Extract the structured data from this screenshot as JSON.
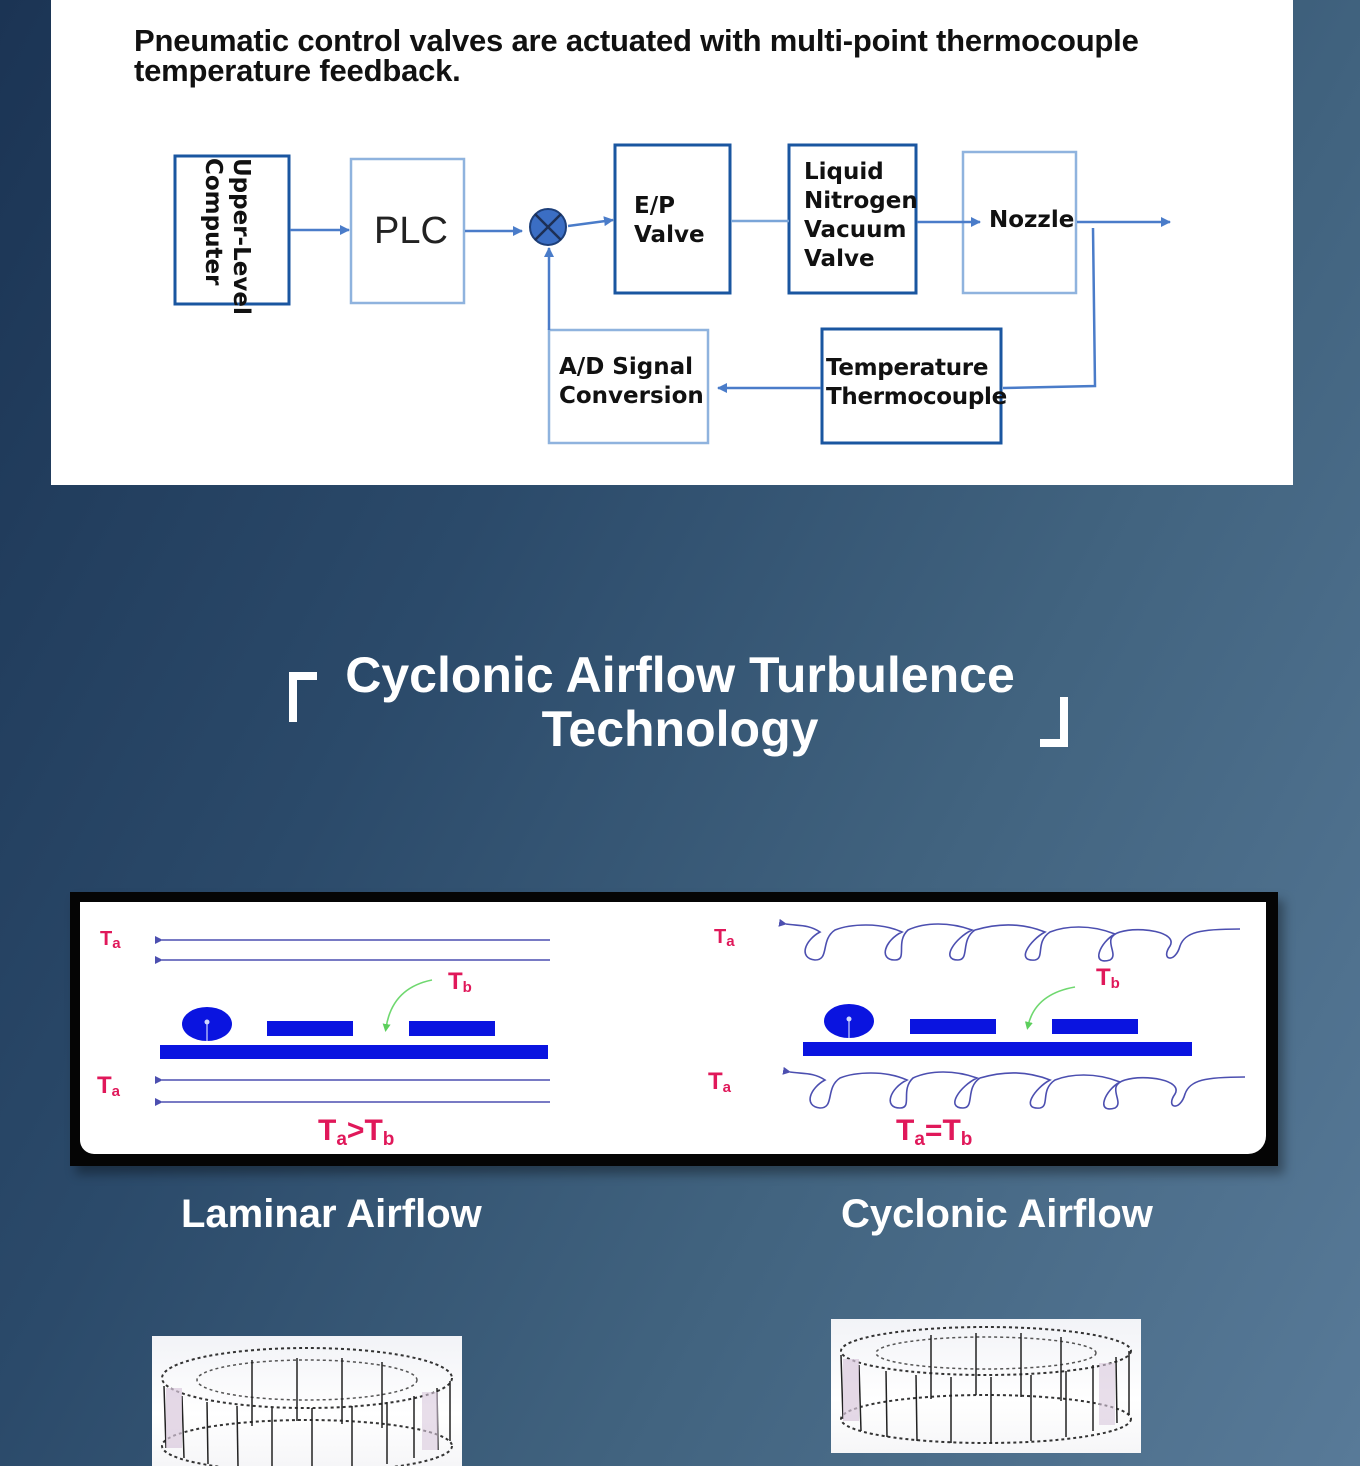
{
  "flow_panel": {
    "caption": "Pneumatic control valves are actuated with multi-point thermocouple temperature feedback.",
    "blocks": {
      "upper_computer": [
        "Upper-Level",
        "Computer"
      ],
      "plc": "PLC",
      "ep_valve": [
        "E/P",
        "Valve"
      ],
      "ln_valve": [
        "Liquid",
        "Nitrogen",
        "Vacuum",
        "Valve"
      ],
      "nozzle": "Nozzle",
      "ad_conversion": [
        "A/D Signal",
        "Conversion"
      ],
      "thermocouple": [
        "Temperature",
        "Thermocouple"
      ]
    },
    "summing_junction_icon": "circle-cross-icon",
    "colors": {
      "line": "#4a7cc9",
      "dark_border": "#1a56a0",
      "light_border": "#7aa5d8",
      "junction": "#3b6ec4"
    }
  },
  "section": {
    "title_line1": "Cyclonic Airflow Turbulence",
    "title_line2": "Technology",
    "open_bracket": "「",
    "close_bracket": "」"
  },
  "airflow_comparison": {
    "laminar": {
      "ta_top": "T",
      "ta_top_sub": "a",
      "tb": "T",
      "tb_sub": "b",
      "ta_bottom": "T",
      "ta_bottom_sub": "a",
      "relation": {
        "left": "T",
        "left_sub": "a",
        "op": ">",
        "right": "T",
        "right_sub": "b"
      }
    },
    "cyclonic": {
      "ta_top": "T",
      "ta_top_sub": "a",
      "tb": "T",
      "tb_sub": "b",
      "ta_bottom": "T",
      "ta_bottom_sub": "a",
      "relation": {
        "left": "T",
        "left_sub": "a",
        "op": "=",
        "right": "T",
        "right_sub": "b"
      }
    },
    "colors": {
      "component": "#0a14e0",
      "flow_line": "#4c4fb0",
      "label": "#e0185a",
      "tb_arrow": "#6fd86f"
    }
  },
  "captions": {
    "laminar": "Laminar Airflow",
    "cyclonic": "Cyclonic Airflow"
  },
  "images": {
    "left": "fan-cage-image",
    "right": "fan-cage-image"
  }
}
